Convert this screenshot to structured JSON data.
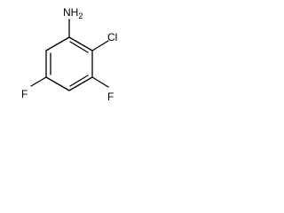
{
  "molecule": {
    "substituents": {
      "amine": "NH",
      "amine_subscript": "2",
      "chlorine": "Cl",
      "fluorine_meta_left": "F",
      "fluorine_meta_right": "F"
    }
  }
}
